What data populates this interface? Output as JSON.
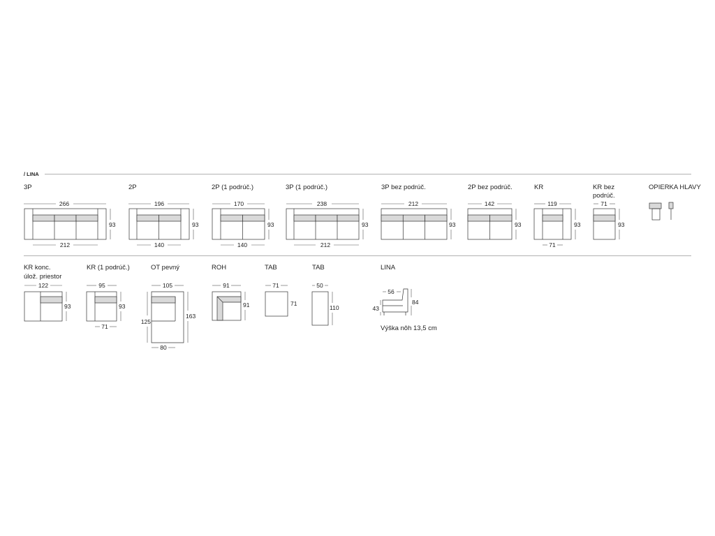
{
  "header": {
    "title": "/ LINA"
  },
  "items": [
    {
      "label": "3P",
      "top": "266",
      "side": "93",
      "bottom": "212"
    },
    {
      "label": "2P",
      "top": "196",
      "side": "93",
      "bottom": "140"
    },
    {
      "label": "2P (1 podrúč.)",
      "top": "170",
      "side": "93",
      "bottom": "140"
    },
    {
      "label": "3P (1 podrúč.)",
      "top": "238",
      "side": "93",
      "bottom": "212"
    },
    {
      "label": "3P bez podrúč.",
      "top": "212",
      "side": "93"
    },
    {
      "label": "2P bez podrúč.",
      "top": "142",
      "side": "93"
    },
    {
      "label": "KR",
      "top": "119",
      "side": "93",
      "bottom": "71"
    },
    {
      "label_line1": "KR bez",
      "label_line2": "podrúč.",
      "top": "71",
      "side": "93"
    },
    {
      "label": "OPIERKA HLAVY"
    },
    {
      "label_line1": "KR konc.",
      "label_line2": "úlož. priestor",
      "top": "122",
      "side": "93"
    },
    {
      "label": "KR (1 podrúč.)",
      "top": "95",
      "side": "93",
      "bottom": "71"
    },
    {
      "label": "OT pevný",
      "top": "105",
      "left": "125",
      "side": "163",
      "bottom": "80"
    },
    {
      "label": "ROH",
      "top": "91",
      "side": "91"
    },
    {
      "label": "TAB",
      "top": "71",
      "side": "71"
    },
    {
      "label": "TAB",
      "top": "50",
      "side": "110"
    },
    {
      "label": "LINA",
      "top": "56",
      "left": "43",
      "side": "84",
      "note": "Výška nôh 13,5 cm"
    }
  ]
}
